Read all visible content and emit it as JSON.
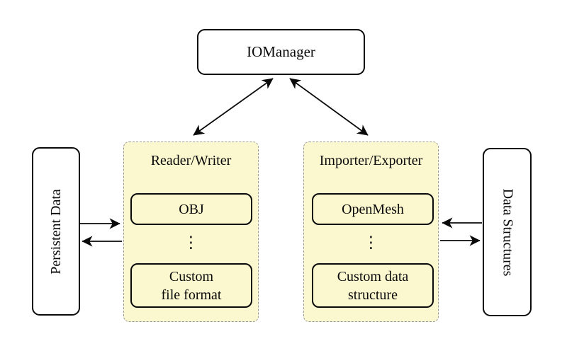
{
  "colors": {
    "background": "#FFFFFF",
    "panel_fill": "#FBF7CF",
    "panel_dash_border": "#9A9A9A",
    "box_border": "#0A0A0A"
  },
  "nodes": {
    "io_manager": {
      "label": "IOManager"
    },
    "persistent_data": {
      "label": "Persistent Data"
    },
    "data_structures": {
      "label": "Data Structures"
    },
    "reader_writer": {
      "title": "Reader/Writer",
      "items": [
        {
          "label": "OBJ"
        },
        {
          "label": "Custom\nfile format"
        }
      ],
      "ellipsis": "⋮"
    },
    "importer_exporter": {
      "title": "Importer/Exporter",
      "items": [
        {
          "label": "OpenMesh"
        },
        {
          "label": "Custom data\nstructure"
        }
      ],
      "ellipsis": "⋮"
    }
  }
}
